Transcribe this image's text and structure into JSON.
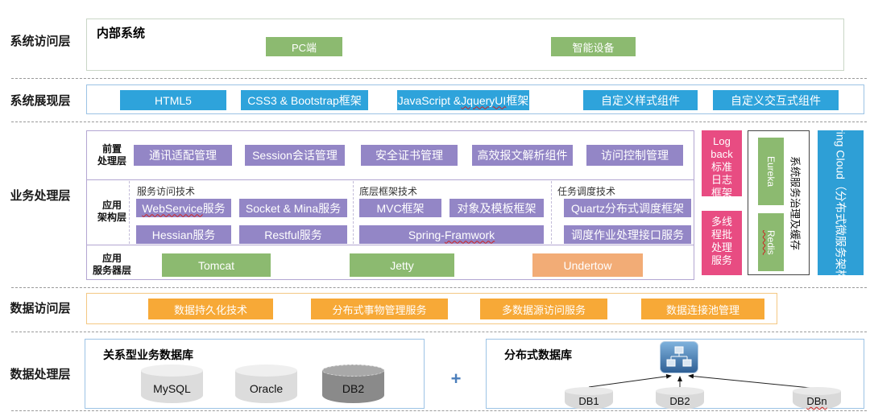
{
  "colors": {
    "green": "#8cba70",
    "blue": "#2ea3db",
    "purple": "#9386c6",
    "pink": "#e84c82",
    "orange_soft": "#f2ac76",
    "orange": "#f7a937",
    "spring_blue": "#2e9fd6"
  },
  "access": {
    "label": "系统访问层",
    "title": "内部系统",
    "pc": "PC端",
    "smart_device": "智能设备"
  },
  "presentation": {
    "label": "系统展现层",
    "html5": "HTML5",
    "css3": "CSS3 & Bootstrap框架",
    "js_pre": "JavaScript & ",
    "js_wavy": "JqueryUI",
    "js_post": "框架",
    "custom_style": "自定义样式组件",
    "custom_interact": "自定义交互式组件"
  },
  "business": {
    "label": "业务处理层",
    "front": {
      "label1": "前置",
      "label2": "处理层",
      "items": [
        "通讯适配管理",
        "Session会话管理",
        "安全证书管理",
        "高效报文解析组件",
        "访问控制管理"
      ]
    },
    "arch": {
      "label1": "应用",
      "label2": "架构层",
      "service_title": "服务访问技术",
      "webservice_wavy": "WebService",
      "webservice_post": "服务",
      "socket": "Socket & Mina服务",
      "hessian": "Hessian服务",
      "restful": "Restful服务",
      "framework_title": "底层框架技术",
      "mvc": "MVC框架",
      "template": "对象及模板框架",
      "spring_pre": "Spring-",
      "spring_wavy": "Framwork",
      "schedule_title": "任务调度技术",
      "quartz": "Quartz分布式调度框架",
      "dispatch": "调度作业处理接口服务"
    },
    "server": {
      "label1": "应用",
      "label2": "服务器层",
      "tomcat": "Tomcat",
      "jetty": "Jetty",
      "undertow": "Undertow"
    },
    "logback": "Log back 标准日志框架",
    "multithread": "多线程批处理服务",
    "eureka": "Eureka",
    "redis": "Redis",
    "governance": "系统服务治理及缓存",
    "spring_cloud": "Spring Cloud（分布式微服务架构）"
  },
  "data_access": {
    "label": "数据访问层",
    "items": [
      "数据持久化技术",
      "分布式事物管理服务",
      "多数据源访问服务",
      "数据连接池管理"
    ]
  },
  "data_process": {
    "label": "数据处理层",
    "relational_title": "关系型业务数据库",
    "mysql": "MySQL",
    "oracle": "Oracle",
    "db2": "DB2",
    "plus": "+",
    "distributed_title": "分布式数据库",
    "db1": "DB1",
    "db2b": "DB2",
    "dbn": "DBn"
  }
}
